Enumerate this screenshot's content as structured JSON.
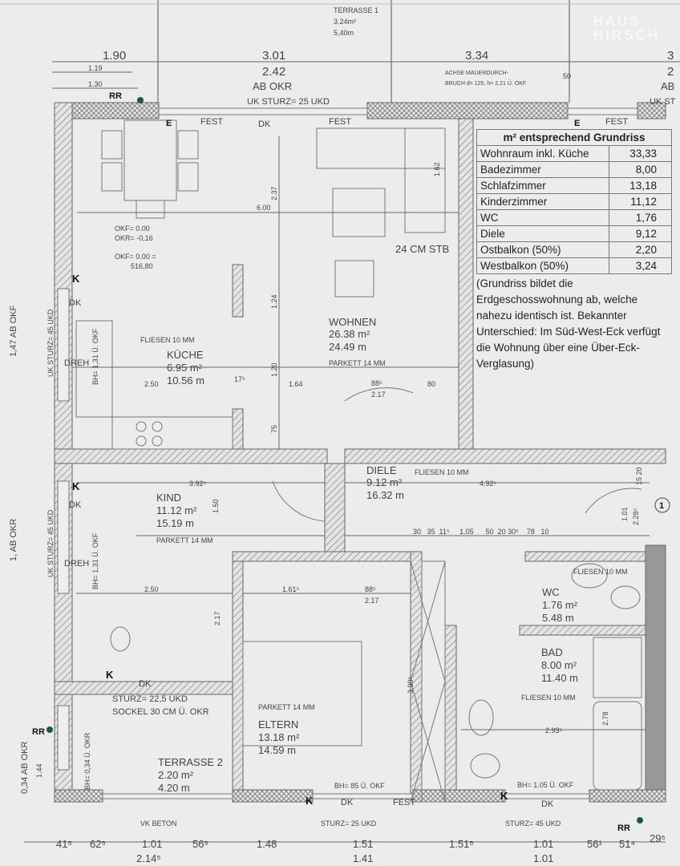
{
  "logo": {
    "line1": "HAUS",
    "line2": "HIRSCH"
  },
  "terrasse1": {
    "name": "TERRASSE 1",
    "area": "3.24m²",
    "perimeter": "5,40m"
  },
  "top_dims": {
    "d190": "1.90",
    "d119": "1.19",
    "d130": "1.30",
    "d301": "3.01",
    "d242": "2.42",
    "abokr": "AB OKR",
    "d334": "3.34",
    "achse1": "ACHSE MAUERDURCH-",
    "achse2": "BRUCH d= 125, h= 2,21 Ü. OKF",
    "d50": "50",
    "ukst": "UK STURZ= 25 UKD",
    "ukst_r": "UK ST",
    "ab_r": "AB",
    "d3_r": "3",
    "d2_r": "2"
  },
  "marks": {
    "rr": "RR",
    "k": "K",
    "e": "E",
    "fest": "FEST",
    "dk": "DK",
    "dreh": "DREH",
    "stb": "24 CM STB",
    "okf1": "OKF= 0.00",
    "okf2": "OKR= -0,16",
    "okf3": "OKF= 0.00 =",
    "okf4": "516,80",
    "left1": "1,47 AB OKF",
    "left2": "UK STURZ= 45 UKD",
    "left3": "1, AB OKR",
    "left4": "0,34 AB OKR",
    "bh1": "BH= 1,31 Ü. OKF",
    "bh2": "BH= 0,34 Ü. OKR",
    "bh3": "BH= 85 Ü. OKF",
    "bh4": "BH= 1.05 Ü. OKF",
    "circle1": "1",
    "sturz225": "STURZ= 22,5 UKD",
    "sockel": "SOCKEL 30 CM Ü. OKR",
    "vkbeton": "VK BETON",
    "sturz25": "STURZ= 25 UKD",
    "sturz45": "STURZ= 45 UKD",
    "l144": "1.44"
  },
  "rooms": {
    "kueche": {
      "floor": "FLIESEN 10 MM",
      "name": "KÜCHE",
      "area": "6.95 m²",
      "perimeter": "10.56 m"
    },
    "wohnen": {
      "name": "WOHNEN",
      "area": "26.38 m²",
      "perimeter": "24.49 m",
      "floor": "PARKETT 14 MM"
    },
    "diele": {
      "name": "DIELE",
      "area": "9.12 m²",
      "perimeter": "16.32 m",
      "floor": "FLIESEN 10 MM"
    },
    "kind": {
      "name": "KIND",
      "area": "11.12 m²",
      "perimeter": "15.19 m",
      "floor": "PARKETT 14 MM"
    },
    "eltern": {
      "floor": "PARKETT 14 MM",
      "name": "ELTERN",
      "area": "13.18 m²",
      "perimeter": "14.59 m"
    },
    "wc": {
      "floor": "FLIESEN 10 MM",
      "name": "WC",
      "area": "1.76 m²",
      "perimeter": "5.48 m"
    },
    "bad": {
      "name": "BAD",
      "area": "8.00 m²",
      "perimeter": "11.40 m",
      "floor": "FLIESEN 10 MM"
    },
    "terrasse2": {
      "name": "TERRASSE 2",
      "area": "2.20 m²",
      "perimeter": "4.20 m"
    }
  },
  "inner_dims": {
    "a600": "6.00",
    "a237": "2.37",
    "a162": "1.62",
    "a124": "1.24",
    "a120": "1.20",
    "a75": "75",
    "a250": "2.50",
    "a17": "17⁵",
    "a164": "1.64",
    "a88": "88⁵",
    "a217": "2.17",
    "a80": "80",
    "a392": "3.92⁵",
    "a150": "1.50",
    "a492": "4.92⁵",
    "a1520": "15 20",
    "a101": "1.01",
    "a228": "2.28⁵",
    "a250b": "2.50",
    "a161": "1.61⁵",
    "a217v": "2.17",
    "a399": "3.99⁵",
    "a293": "2.93⁵",
    "a278": "2.78",
    "row": "30   35  11⁵     1.05      50  20 30⁵    78   10"
  },
  "bottom_dims": [
    "41⁵",
    "62⁵",
    "1.01",
    "56⁵",
    "1.48",
    "1.51",
    "1.51⁵",
    "1.01",
    "56¹",
    "51⁴",
    "29⁵"
  ],
  "bottom_dims2": [
    "2.14⁵",
    "1.41",
    "1.01"
  ],
  "area_table": {
    "title": "m² entsprechend Grundriss",
    "rows": [
      {
        "label": "Wohnraum inkl. Küche",
        "value": "33,33"
      },
      {
        "label": "Badezimmer",
        "value": "8,00"
      },
      {
        "label": "Schlafzimmer",
        "value": "13,18"
      },
      {
        "label": "Kinderzimmer",
        "value": "11,12"
      },
      {
        "label": "WC",
        "value": "1,76"
      },
      {
        "label": "Diele",
        "value": "9,12"
      },
      {
        "label": "Ostbalkon (50%)",
        "value": "2,20"
      },
      {
        "label": "Westbalkon (50%)",
        "value": "3,24"
      }
    ],
    "note": "(Grundriss bildet die Erdgeschosswohnung ab, welche nahezu identisch ist. Bekannter Unterschied: Im Süd-West-Eck verfügt die Wohnung über eine Über-Eck-Verglasung)"
  }
}
